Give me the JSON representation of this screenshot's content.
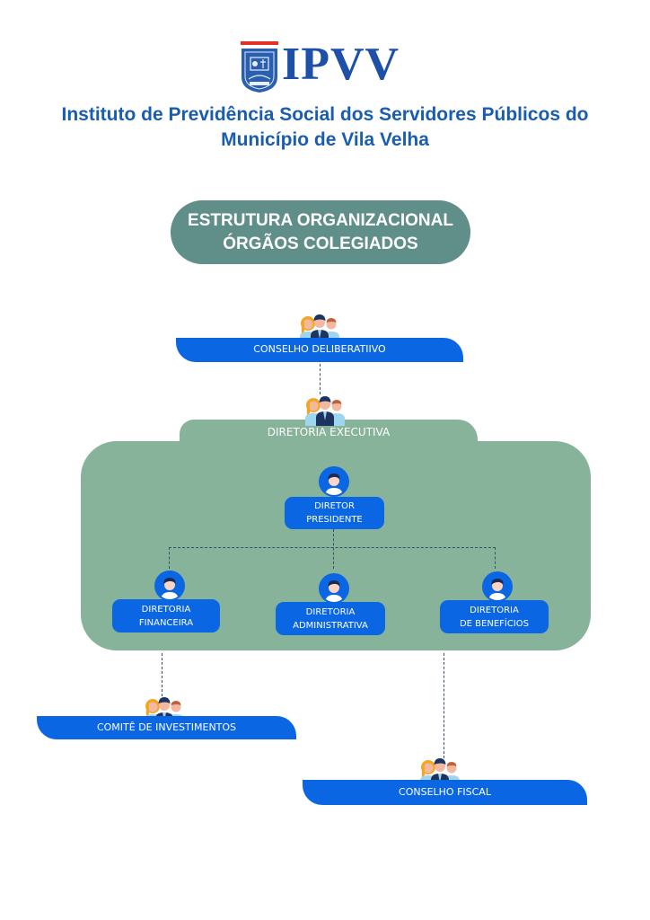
{
  "header": {
    "logo_text": "IPVV",
    "institute_line1": "Instituto de Previdência Social dos Servidores Públicos do",
    "institute_line2": "Município de Vila Velha"
  },
  "title": {
    "line1": "ESTRUTURA ORGANIZACIONAL",
    "line2": "ÓRGÃOS COLEGIADOS"
  },
  "org": {
    "conselho_deliberativo": "CONSELHO DELIBERATIIVO",
    "diretoria_executiva": "DIRETORIA EXECUTIVA",
    "diretor_presidente": [
      "DIRETOR",
      "PRESIDENTE"
    ],
    "diretorias": [
      {
        "line1": "DIRETORIA",
        "line2": "FINANCEIRA"
      },
      {
        "line1": "DIRETORIA",
        "line2": "ADMINISTRATIVA"
      },
      {
        "line1": "DIRETORIA",
        "line2": "DE BENEFÍCIOS"
      }
    ],
    "comite_investimentos": "COMITÊ DE INVESTIMENTOS",
    "conselho_fiscal": "CONSELHO FISCAL"
  },
  "colors": {
    "brand_blue": "#1a5db0",
    "node_blue": "#0b66e4",
    "green_panel": "#86b39a",
    "title_pill": "#5f8f88"
  }
}
